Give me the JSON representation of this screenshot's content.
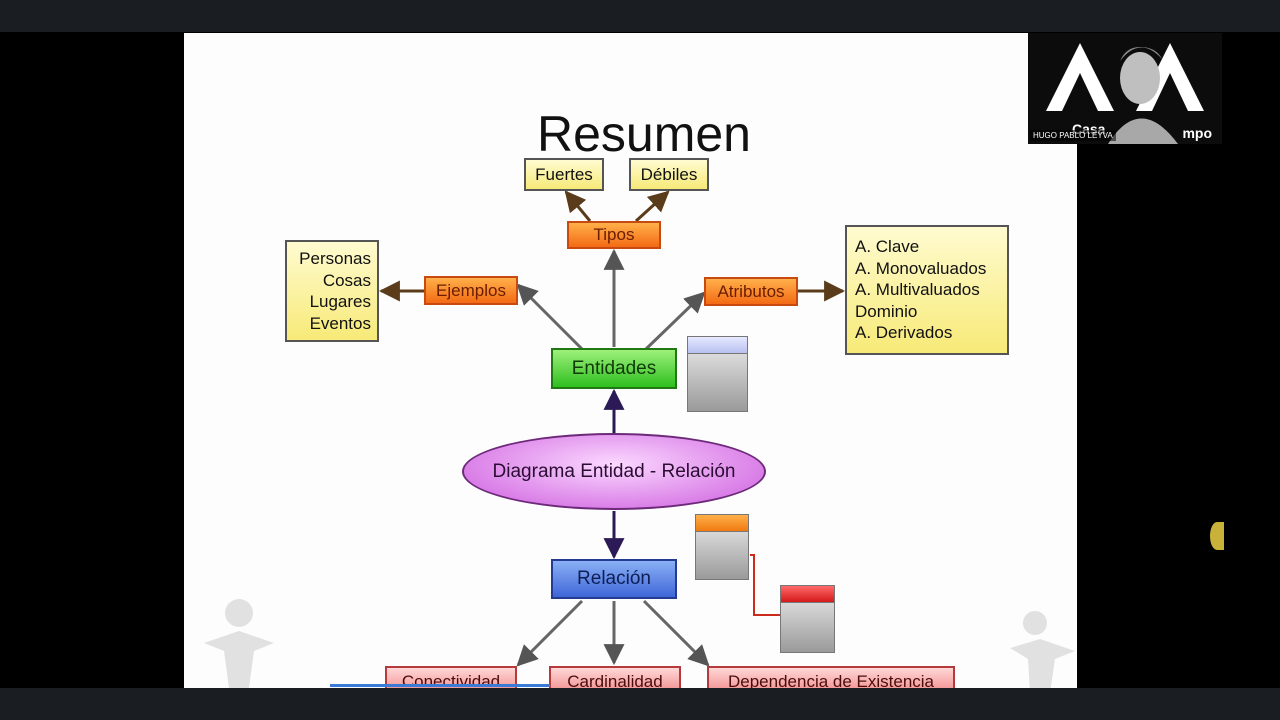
{
  "slide": {
    "title": "Resumen",
    "tipos": {
      "label": "Tipos",
      "children": [
        "Fuertes",
        "Débiles"
      ]
    },
    "ejemplos": {
      "label": "Ejemplos",
      "items": [
        "Personas",
        "Cosas",
        "Lugares",
        "Eventos"
      ]
    },
    "atributos": {
      "label": "Atributos",
      "items": [
        "A. Clave",
        "A. Monovaluados",
        "A. Multivaluados",
        "Dominio",
        "A. Derivados"
      ]
    },
    "entidades": "Entidades",
    "diagrama": "Diagrama Entidad - Relación",
    "relacion": "Relación",
    "relacion_children": [
      "Conectividad",
      "Cardinalidad",
      "Dependencia de Existencia"
    ]
  },
  "presenter": {
    "name": "HUGO PABLO LEYVA",
    "brand_left": "Casa",
    "brand_right": "mpo"
  },
  "colors": {
    "orange": "#f36a14",
    "green": "#2fbf1f",
    "blue": "#3f66d8",
    "red": "#f28a8a",
    "yellow": "#f7ea78",
    "purple": "#d87ae6"
  }
}
